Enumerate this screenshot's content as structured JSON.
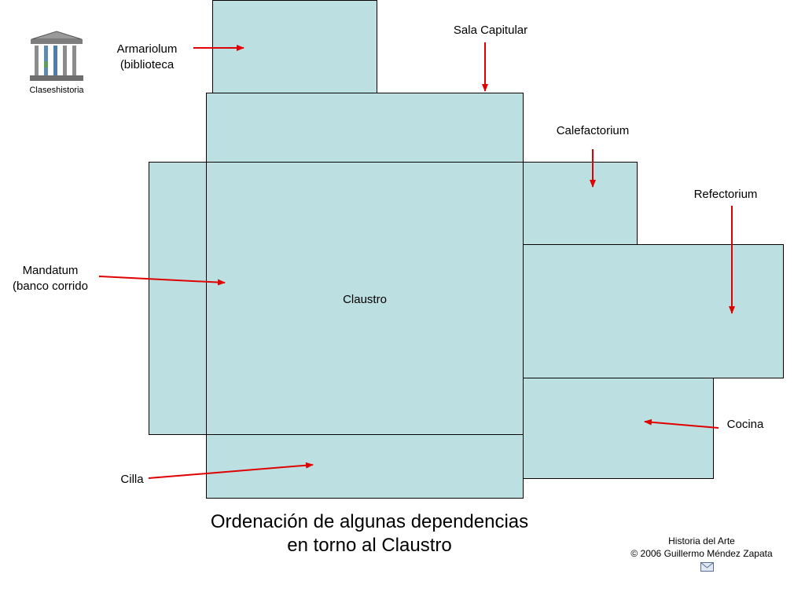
{
  "logo": {
    "caption": "Claseshistoria",
    "icon": "greek-temple-icon"
  },
  "rooms": {
    "claustro": "Claustro"
  },
  "labels": {
    "sala_capitular": "Sala Capitular",
    "armariolum_line1": "Armariolum",
    "armariolum_line2": "(biblioteca",
    "calefactorium": "Calefactorium",
    "refectorium": "Refectorium",
    "mandatum_line1": "Mandatum",
    "mandatum_line2": "(banco corrido",
    "cocina": "Cocina",
    "cilla": "Cilla"
  },
  "title": {
    "line1": "Ordenación de algunas dependencias",
    "line2": "en torno al Claustro"
  },
  "credit": {
    "line1": "Historia del Arte",
    "line2": "© 2006 Guillermo Méndez Zapata"
  },
  "colors": {
    "room_fill": "#bce0e2",
    "arrow": "#e00000"
  },
  "icons": {
    "mail": "envelope-icon"
  }
}
